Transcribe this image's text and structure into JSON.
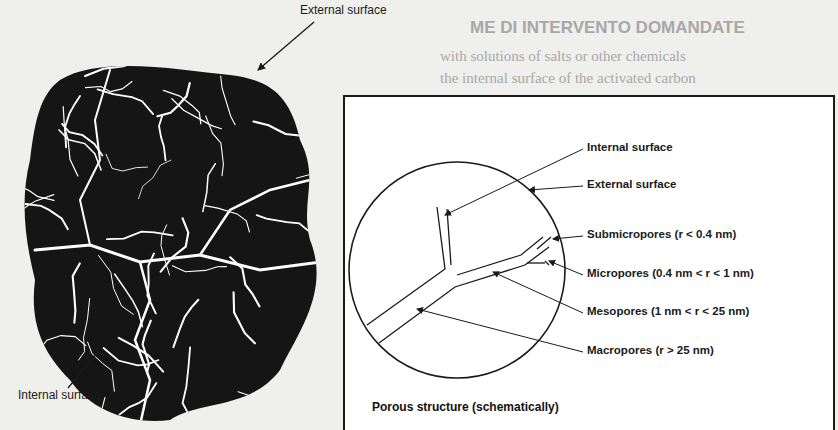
{
  "diagram": {
    "nodes": [
      {
        "text": [
          "Porous structure (schematically)"
        ]
      }
    ],
    "labels": [
      "External surface",
      "Internal surface",
      "ME DI INTERVENTO DOMANDATE",
      "with solutions of salts or other chemicals",
      "the internal surface of the activated carbon",
      "Internal surface",
      "External surface",
      "Submicropores (r < 0.4 nm)",
      "Micropores (0.4 nm < r < 1 nm)",
      "Mesopores (1 nm < r < 25 nm)",
      "Macropores (r > 25 nm)"
    ]
  }
}
